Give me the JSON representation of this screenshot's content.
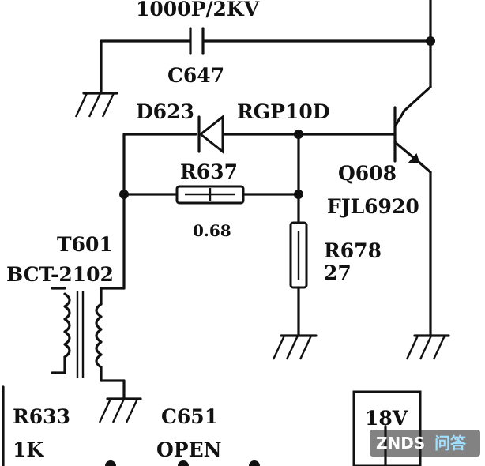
{
  "labels": {
    "c647_rating": "1000P/2KV",
    "c647": "C647",
    "d623": "D623",
    "d623_part": "RGP10D",
    "r637": "R637",
    "r637_value": "0.68",
    "q608": "Q608",
    "q608_part": "FJL6920",
    "t601": "T601",
    "t601_part": "BCT-2102",
    "r678": "R678",
    "r678_value": "27",
    "r633": "R633",
    "r633_value": "1K",
    "c651": "C651",
    "c651_value": "OPEN",
    "box_label": "18V"
  },
  "watermark": {
    "brand": "ZNDS",
    "suffix": "问答"
  }
}
